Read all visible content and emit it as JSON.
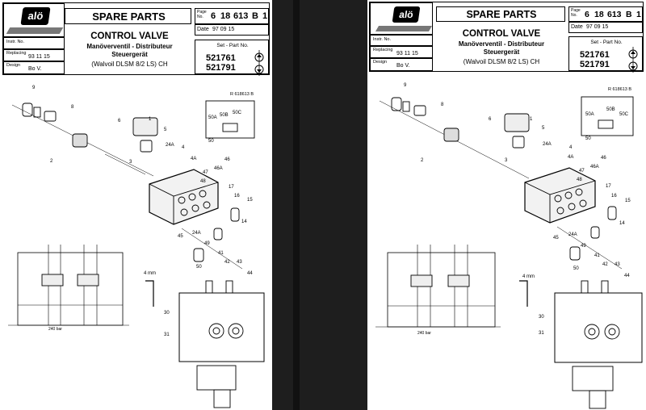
{
  "sheet": {
    "brand": "alö",
    "title": "SPARE PARTS",
    "page_label": "Page\nNo.",
    "page_no": [
      "6",
      "18",
      "613",
      "B",
      "1"
    ],
    "date_label": "Date",
    "date": "97 09 15",
    "instr_label": "Instr. No.",
    "replacing_label": "Replacing",
    "replacing": "93 11 15",
    "design_label": "Design",
    "design": "Bo V.",
    "part_title": "CONTROL VALVE",
    "part_sub1": "Manöverventil  -  Distributeur",
    "part_sub2": "Steuergerät",
    "part_sub3": "(Walvoil DLSM 8/2  LS)  CH",
    "set_label": "Set  - Part  No.",
    "set_no_1": "521761",
    "set_no_2": "521791",
    "drawing_ref": "R 618613 B",
    "pressure_label": "240 bar",
    "size_label": "4 mm",
    "callouts": [
      "9",
      "8",
      "6",
      "1",
      "2",
      "3",
      "5",
      "24A",
      "4",
      "4A",
      "50",
      "50A",
      "50B",
      "50C",
      "46",
      "46A",
      "47",
      "48",
      "17",
      "16",
      "15",
      "14",
      "45",
      "24A",
      "49",
      "41",
      "42",
      "43",
      "44",
      "50",
      "30",
      "31"
    ]
  }
}
